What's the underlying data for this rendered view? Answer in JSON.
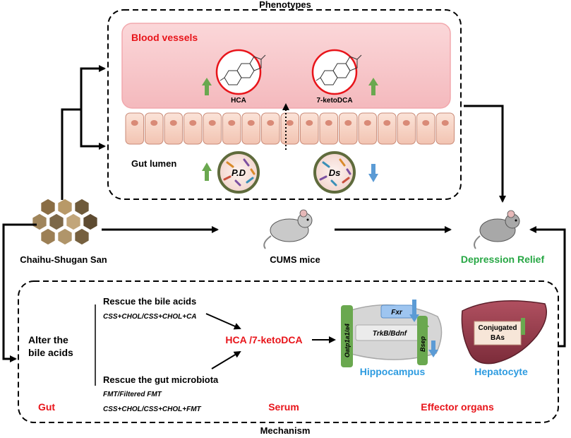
{
  "phenotypes_title": "Phenotypes",
  "mechanism_title": "Mechanism",
  "blood_vessels": "Blood vessels",
  "gut_lumen": "Gut lumen",
  "hca": "HCA",
  "keto": "7-ketoDCA",
  "pd": "P.D",
  "ds": "Ds",
  "herb": "Chaihu-Shugan San",
  "cums": "CUMS mice",
  "relief": "Depression Relief",
  "alter_line1": "Alter the",
  "alter_line2": "bile acids",
  "rescue_ba_title": "Rescue the bile acids",
  "rescue_ba_sub": "CSS+CHOL/CSS+CHOL+CA",
  "rescue_gm_title": "Rescue the gut microbiota",
  "rescue_gm_sub1": "FMT/Filtered FMT",
  "rescue_gm_sub2": "CSS+CHOL/CSS+CHOL+FMT",
  "serum_center": "HCA /7-ketoDCA",
  "oatp": "Oatp1a1/a4",
  "fxr": "Fxr",
  "trkb": "TrkB/Bdnf",
  "bsep": "Bsep",
  "conj1": "Conjugated",
  "conj2": "BAs",
  "hippocampus": "Hippocampus",
  "hepatocyte": "Hepatocyte",
  "gut": "Gut",
  "serum": "Serum",
  "effector": "Effector organs",
  "colors": {
    "red": "#e8141a",
    "green": "#27a744",
    "blue": "#2d9be0",
    "up_arrow": "#6aa84f",
    "down_arrow": "#5b9bd5",
    "vessel": "#f7c9cc"
  }
}
